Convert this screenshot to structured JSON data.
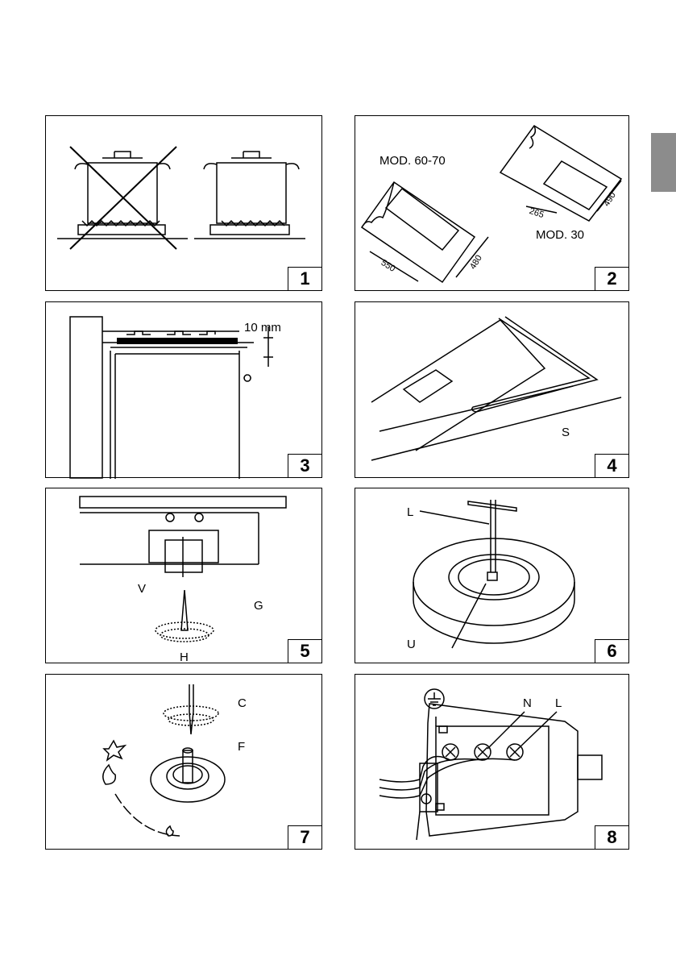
{
  "figures": [
    {
      "number": "1"
    },
    {
      "number": "2",
      "label_mod_large": "MOD. 60-70",
      "label_mod_small": "MOD. 30",
      "dim_550": "550",
      "dim_480": "480",
      "dim_265": "265",
      "dim_490": "490"
    },
    {
      "number": "3",
      "dim_label": "10 mm"
    },
    {
      "number": "4",
      "label_s": "S"
    },
    {
      "number": "5",
      "label_v": "V",
      "label_g": "G",
      "label_h": "H"
    },
    {
      "number": "6",
      "label_l": "L",
      "label_u": "U"
    },
    {
      "number": "7",
      "label_c": "C",
      "label_f": "F"
    },
    {
      "number": "8",
      "label_n": "N",
      "label_l": "L"
    }
  ],
  "colors": {
    "side_tab": "#8c8c8c",
    "line": "#000000"
  }
}
